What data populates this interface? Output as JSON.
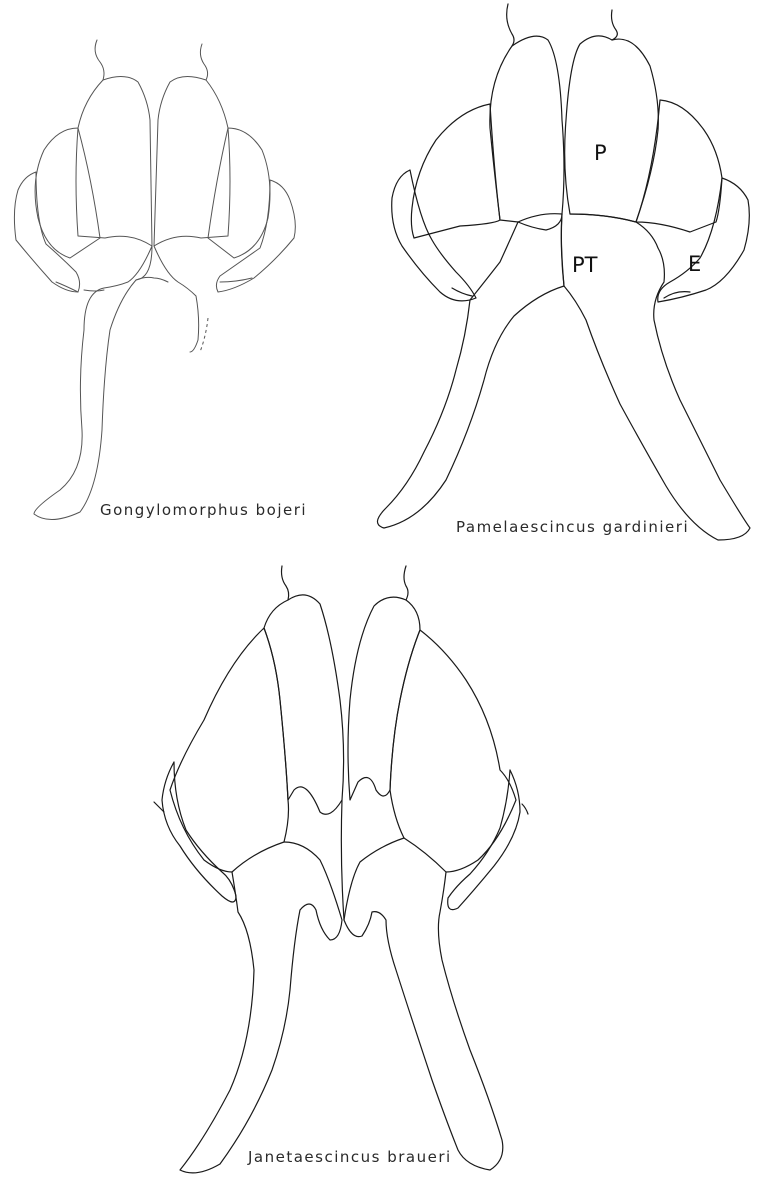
{
  "figures": [
    {
      "caption": "Gongylomorphus bojeri"
    },
    {
      "caption": "Pamelaescincus gardinieri"
    },
    {
      "caption": "Janetaescincus braueri"
    }
  ],
  "bone_labels": {
    "p": "P",
    "pt": "PT",
    "e": "E"
  }
}
